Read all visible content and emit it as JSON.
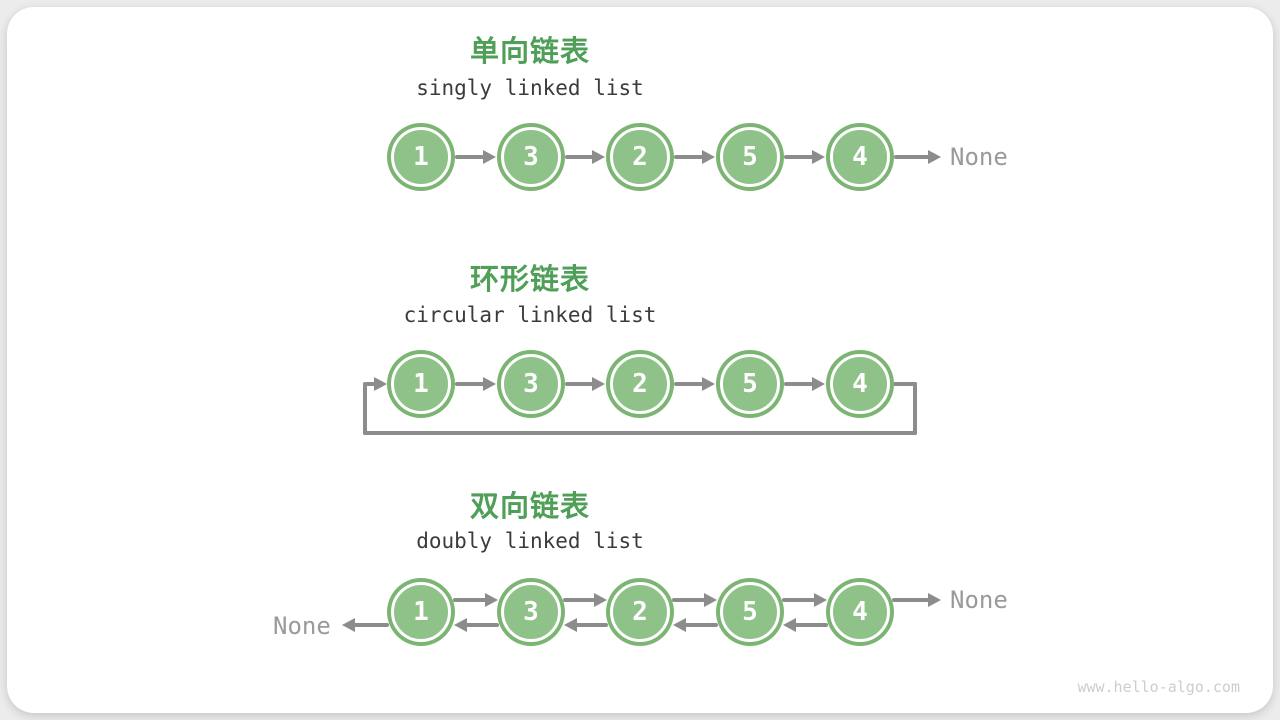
{
  "diagram": {
    "watermark": "www.hello-algo.com",
    "colors": {
      "title_green": "#4f9f58",
      "node_fill": "#8ec289",
      "node_ring": "#7cb573",
      "arrow_gray": "#8c8c8c",
      "none_gray": "#9a9a9a",
      "subtitle_dark": "#3b3b3b",
      "watermark_gray": "#cdcdcd"
    },
    "sections": [
      {
        "type": "singly",
        "title": "单向链表",
        "subtitle": "singly linked list",
        "nodes": [
          "1",
          "3",
          "2",
          "5",
          "4"
        ],
        "tail_label": "None"
      },
      {
        "type": "circular",
        "title": "环形链表",
        "subtitle": "circular linked list",
        "nodes": [
          "1",
          "3",
          "2",
          "5",
          "4"
        ]
      },
      {
        "type": "doubly",
        "title": "双向链表",
        "subtitle": "doubly linked list",
        "nodes": [
          "1",
          "3",
          "2",
          "5",
          "4"
        ],
        "head_label": "None",
        "tail_label": "None"
      }
    ]
  }
}
